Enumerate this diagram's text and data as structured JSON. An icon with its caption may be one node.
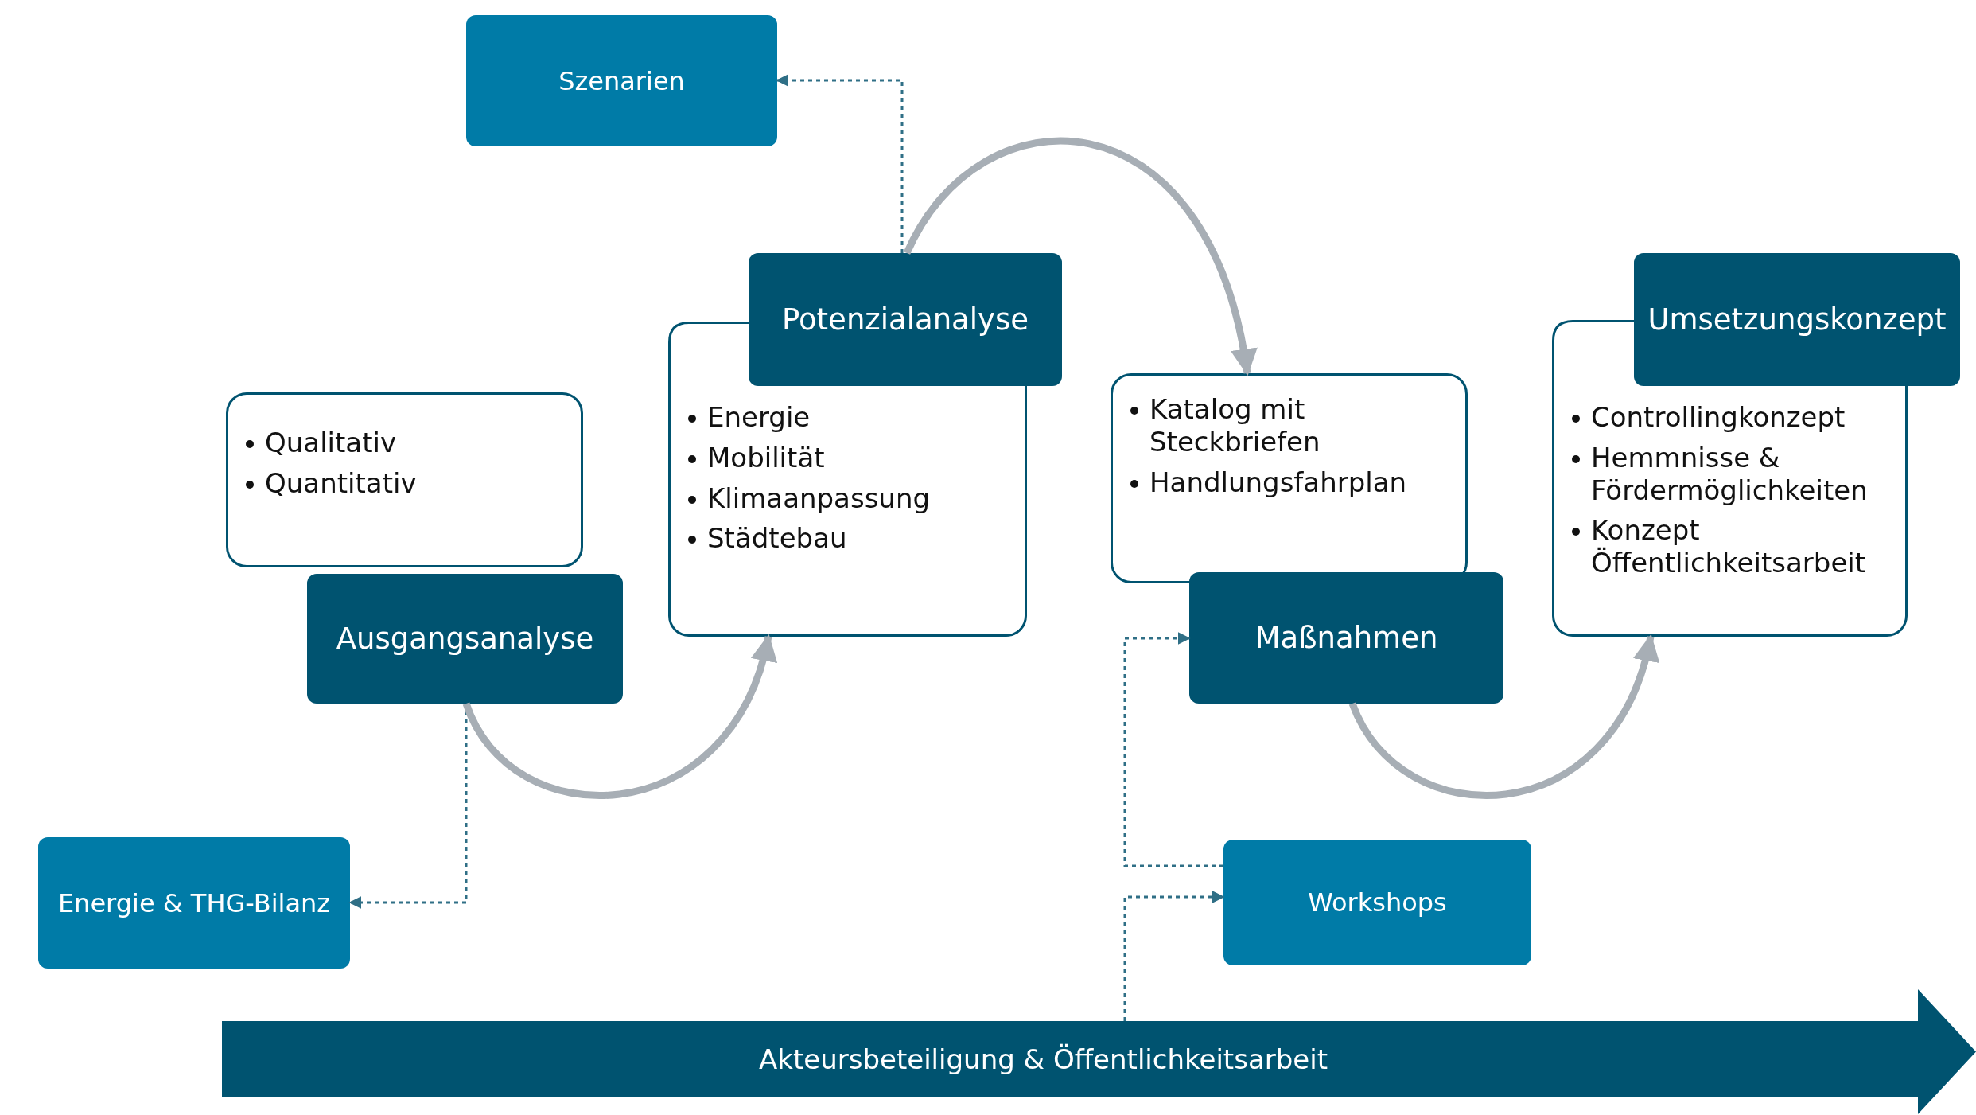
{
  "diagram": {
    "nodes": [
      {
        "text": [
          "Szenarien"
        ]
      },
      {
        "text": [
          "Potenzialanalyse"
        ]
      },
      {
        "text": [
          "Energie",
          "Mobilität",
          "Klimaanpassung",
          "Städtebau"
        ]
      },
      {
        "text": [
          "Umsetzungskonzept"
        ]
      },
      {
        "text": [
          "Qualitativ",
          "Quantitativ"
        ]
      },
      {
        "text": [
          "Katalog mit Steckbriefen",
          "Handlungsfahrplan"
        ]
      },
      {
        "text": [
          "Controllingkonzept",
          "Hemmnisse & Fördermöglichkeiten",
          "Konzept Öffentlichkeitsarbeit"
        ]
      },
      {
        "text": [
          "Ausgangsanalyse"
        ]
      },
      {
        "text": [
          "Maßnahmen"
        ]
      },
      {
        "text": [
          "Energie & THG-Bilanz"
        ]
      },
      {
        "text": [
          "Workshops"
        ]
      },
      {
        "text": [
          "Akteursbeteiligung & Öffentlichkeitsarbeit"
        ]
      }
    ],
    "edges": [
      {
        "from": 1,
        "to": 0,
        "arrow": "to",
        "style": "dashed"
      },
      {
        "from": 7,
        "to": 9,
        "arrow": "to",
        "style": "dashed"
      },
      {
        "from": 11,
        "to": 10,
        "arrow": "to",
        "style": "dashed"
      },
      {
        "from": 10,
        "to": 8,
        "arrow": "to",
        "style": "dashed"
      },
      {
        "from": 7,
        "to": 2,
        "arrow": "to",
        "style": "thick",
        "color": "#a7aeb5"
      },
      {
        "from": 1,
        "to": 5,
        "arrow": "to",
        "style": "thick",
        "color": "#a7aeb5"
      },
      {
        "from": 8,
        "to": 6,
        "arrow": "to",
        "style": "thick",
        "color": "#a7aeb5"
      }
    ]
  }
}
